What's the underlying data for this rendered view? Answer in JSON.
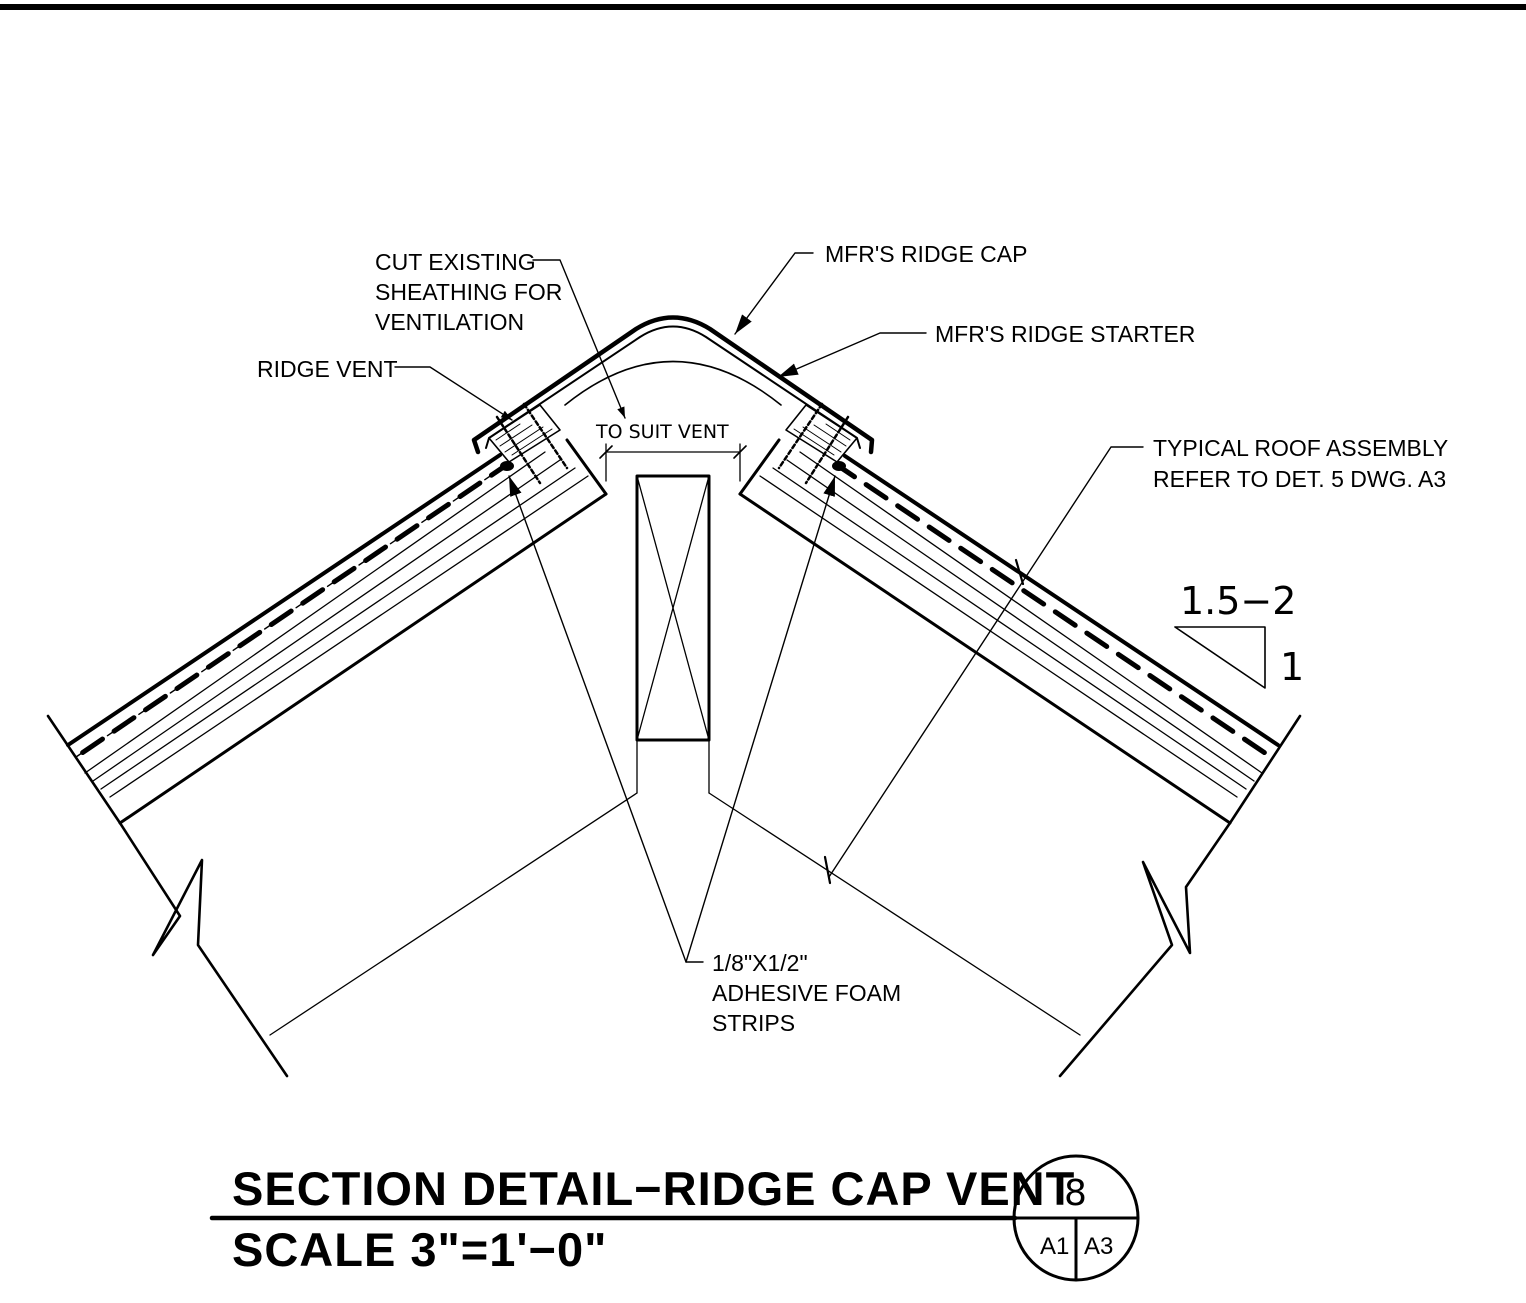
{
  "labels": {
    "cut_sheathing": [
      "CUT EXISTING",
      "SHEATHING FOR",
      "VENTILATION"
    ],
    "ridge_vent": "RIDGE VENT",
    "ridge_cap": "MFR'S RIDGE CAP",
    "ridge_starter": "MFR'S RIDGE STARTER",
    "to_suit_vent": "TO SUIT VENT",
    "roof_assembly": [
      "TYPICAL ROOF ASSEMBLY",
      "REFER TO DET. 5 DWG. A3"
    ],
    "foam_strips": [
      "1/8\"X1/2\"",
      "ADHESIVE FOAM",
      "STRIPS"
    ]
  },
  "slope": {
    "rise_run": "1.5−2",
    "unit": "1"
  },
  "title_block": {
    "title": "SECTION DETAIL−RIDGE CAP VENT",
    "scale": "SCALE 3\"=1'−0\"",
    "detail_number": "8",
    "drawn_on_sheet": "A1",
    "referenced_sheet": "A3"
  }
}
